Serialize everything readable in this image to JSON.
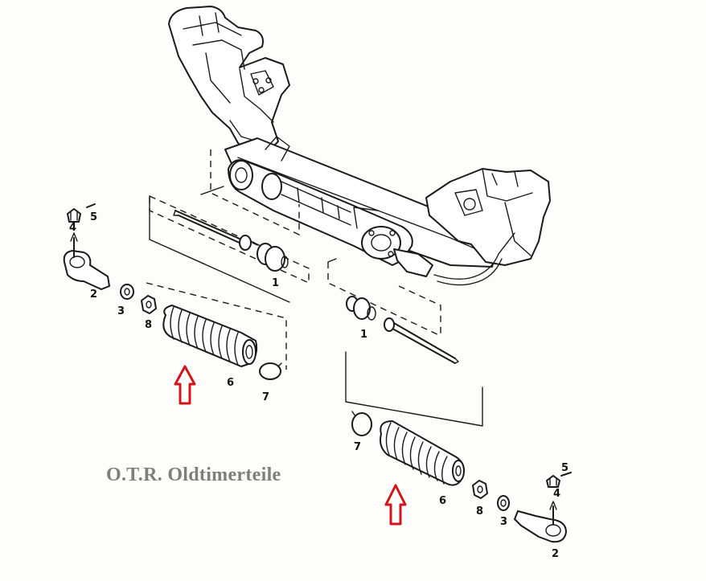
{
  "watermark": {
    "text": "O.T.R. Oldtimerteile"
  },
  "callouts": {
    "left_tie_rod_end": "2",
    "left_washer": "3",
    "left_nut": "4",
    "left_split_pin": "5",
    "left_boot": "6",
    "left_clip": "7",
    "left_lock_nut": "8",
    "left_inner_rod": "1",
    "right_inner_rod": "1",
    "right_clip": "7",
    "right_boot": "6",
    "right_lock_nut": "8",
    "right_washer": "3",
    "right_nut": "4",
    "right_split_pin": "5",
    "right_tie_rod_end": "2"
  },
  "colors": {
    "arrow": "#d0151b",
    "watermark": "#7e7e7e",
    "ink": "#1a1a1a"
  },
  "icons": {
    "highlight_marker": "arrow-up-outline-icon"
  }
}
